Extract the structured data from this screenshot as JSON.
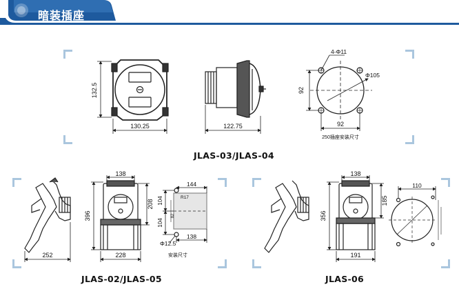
{
  "header": {
    "title": "暗装插座"
  },
  "diagrams": {
    "top": {
      "front": {
        "dim_height": "132.5",
        "dim_width": "130.25"
      },
      "side": {
        "dim_width": "122.75"
      },
      "mount": {
        "holes": "4-Φ11",
        "diameter": "Φ105",
        "dim_height": "92",
        "dim_width": "92",
        "note": "250插座安装尺寸"
      },
      "caption": "JLAS-03/JLAS-04"
    },
    "left": {
      "side": {
        "dim_width": "252"
      },
      "front": {
        "dim_top": "138",
        "dim_height": "396",
        "dim_right": "208",
        "dim_width": "228"
      },
      "mount": {
        "dim_top": "144",
        "radius": "R17",
        "dim_upper": "104",
        "dim_lower": "104",
        "dim_mid": "82",
        "hole": "Φ12.5",
        "dim_bottom": "138",
        "note": "安装尺寸"
      },
      "caption": "JLAS-02/JLAS-05"
    },
    "right": {
      "front": {
        "dim_top": "138",
        "dim_right": "185",
        "dim_height": "356",
        "dim_width": "191"
      },
      "mount": {
        "dim_top": "110"
      },
      "caption": "JLAS-06"
    }
  }
}
